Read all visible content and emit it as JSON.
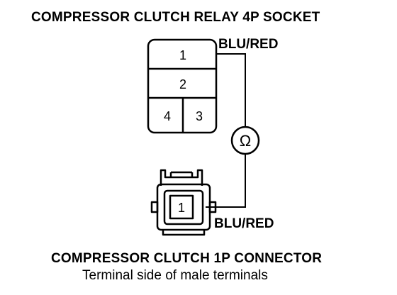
{
  "relay_socket": {
    "title": "COMPRESSOR CLUTCH RELAY 4P SOCKET",
    "terminals": [
      "1",
      "2",
      "4",
      "3"
    ]
  },
  "clutch_connector": {
    "title": "COMPRESSOR CLUTCH 1P CONNECTOR",
    "subtitle": "Terminal side of male terminals",
    "terminal": "1"
  },
  "wire_labels": {
    "top": "BLU/RED",
    "bottom": "BLU/RED"
  },
  "ohmmeter_symbol": "Ω"
}
